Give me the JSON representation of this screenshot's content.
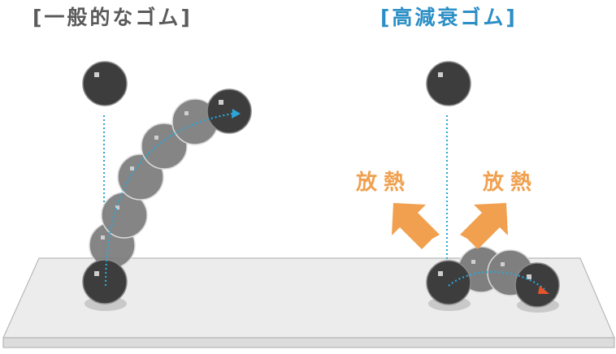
{
  "labels": {
    "left_title": "[一般的なゴム]",
    "right_title": "[高減衰ゴム]",
    "heat_left": "放熱",
    "heat_right": "放熱"
  },
  "colors": {
    "ball_dark": "#3d3d3d",
    "ball_ghost": "#7f7f7f",
    "path_dotted": "#2aa6d8",
    "heat_arrow": "#f0a04e",
    "end_arrow_red": "#e8542a",
    "left_title": "#5a5a5a",
    "right_title": "#2b8fc6"
  }
}
